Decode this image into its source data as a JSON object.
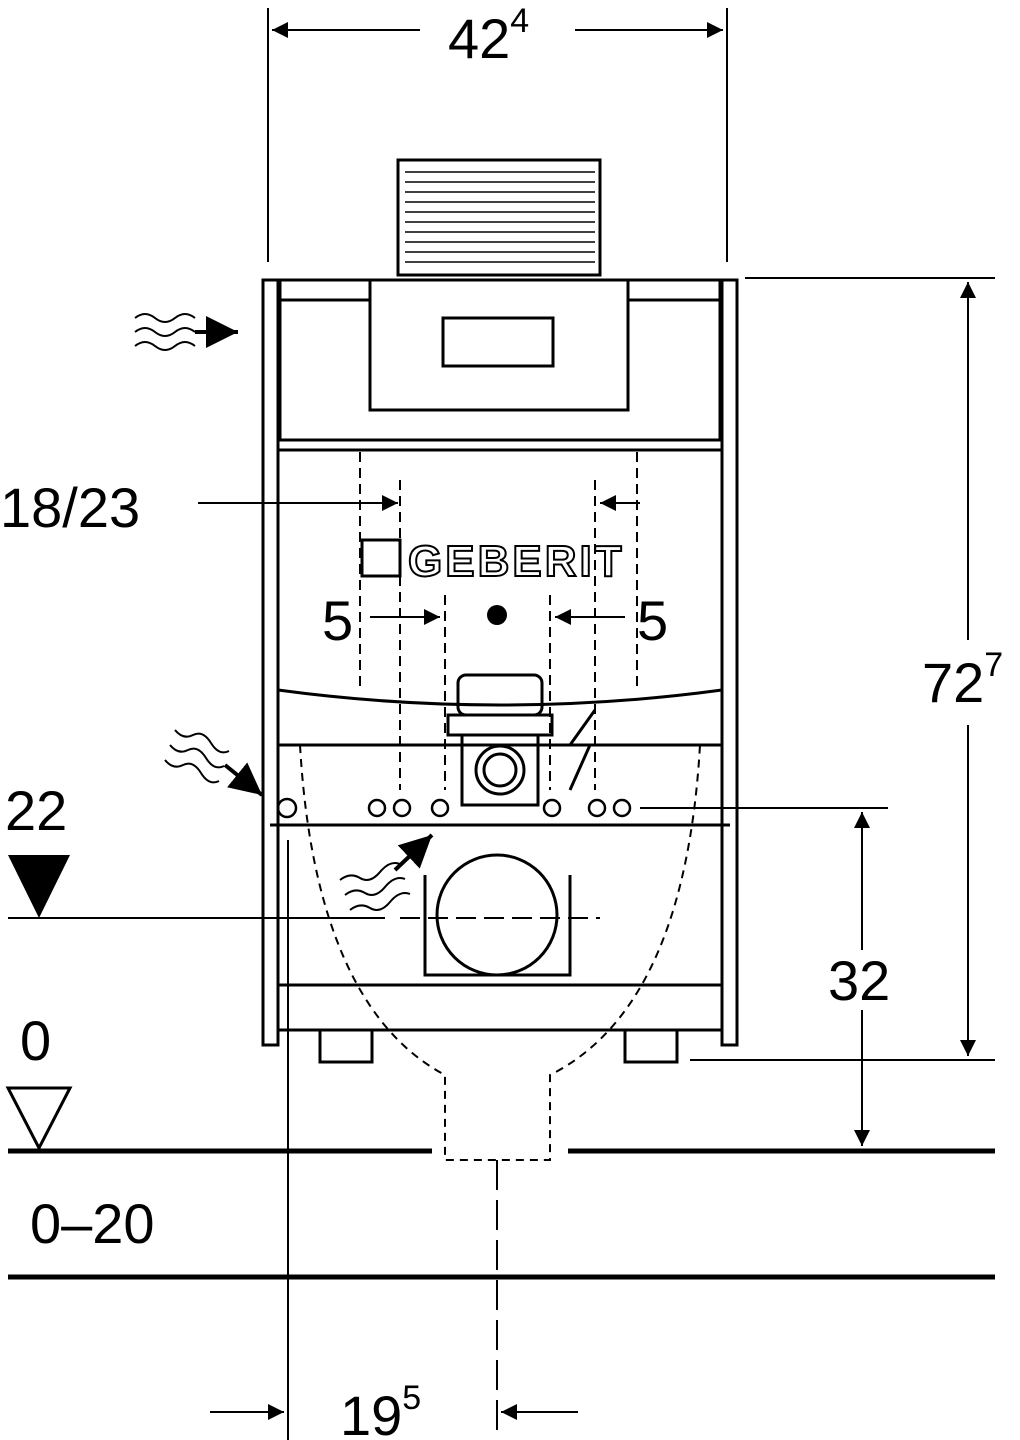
{
  "brand": "GEBERIT",
  "dimensions": {
    "top_width": {
      "base": "42",
      "sup": "4"
    },
    "height_right": {
      "base": "72",
      "sup": "7"
    },
    "bolt_spacing": "18/23",
    "offset_left": "5",
    "offset_right": "5",
    "level_upper": "22",
    "level_zero": "0",
    "floor_range": "0–20",
    "outlet_height": "32",
    "bottom_width": {
      "base": "19",
      "sup": "5"
    }
  }
}
